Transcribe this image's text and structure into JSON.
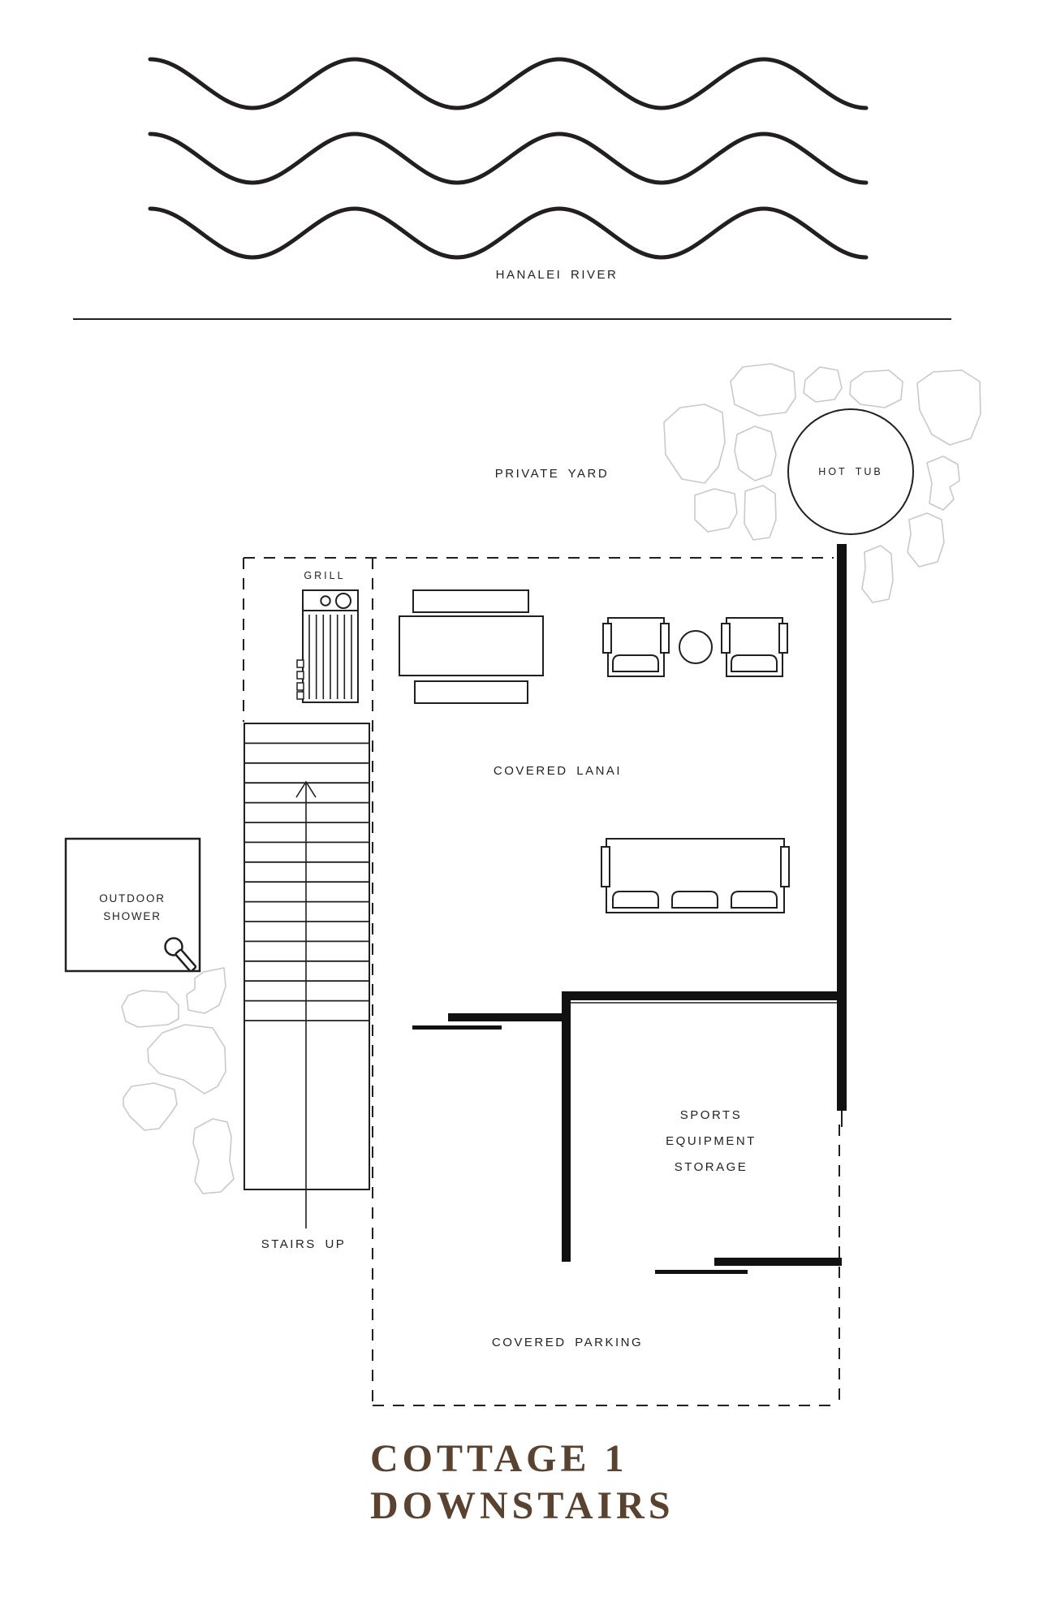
{
  "colors": {
    "ink": "#231f20",
    "wall": "#111111",
    "rock": "#c9c9c9",
    "title": "#59422f",
    "label": "#232323"
  },
  "river": {
    "label": "HANALEI RIVER"
  },
  "yard": {
    "label": "PRIVATE YARD"
  },
  "hot_tub": {
    "label": "HOT TUB"
  },
  "grill": {
    "label": "GRILL"
  },
  "lanai": {
    "label": "COVERED LANAI"
  },
  "shower": {
    "line1": "OUTDOOR",
    "line2": "SHOWER"
  },
  "stairs": {
    "label": "STAIRS UP"
  },
  "storage": {
    "line1": "SPORTS",
    "line2": "EQUIPMENT",
    "line3": "STORAGE"
  },
  "parking": {
    "label": "COVERED PARKING"
  },
  "title": {
    "line1": "COTTAGE 1",
    "line2": "DOWNSTAIRS"
  }
}
